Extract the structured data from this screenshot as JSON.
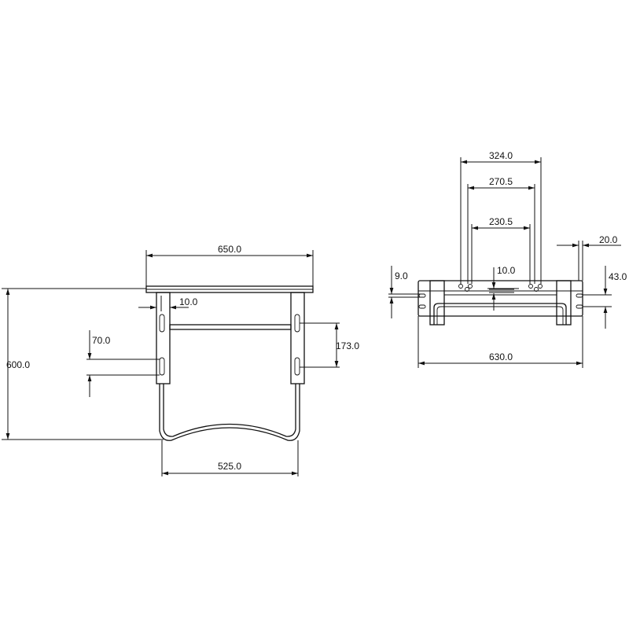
{
  "front_view": {
    "dimensions": {
      "width_top": "650.0",
      "height_total": "600.0",
      "bracket_offset": "10.0",
      "slot_spacing": "173.0",
      "slot_height": "70.0",
      "width_bottom": "525.0"
    }
  },
  "side_view": {
    "dimensions": {
      "hole_outer": "324.0",
      "hole_middle": "270.5",
      "hole_inner": "230.5",
      "center_gap": "10.0",
      "edge_offset": "20.0",
      "top_thickness": "9.0",
      "side_height": "43.0",
      "overall_width": "630.0"
    }
  }
}
